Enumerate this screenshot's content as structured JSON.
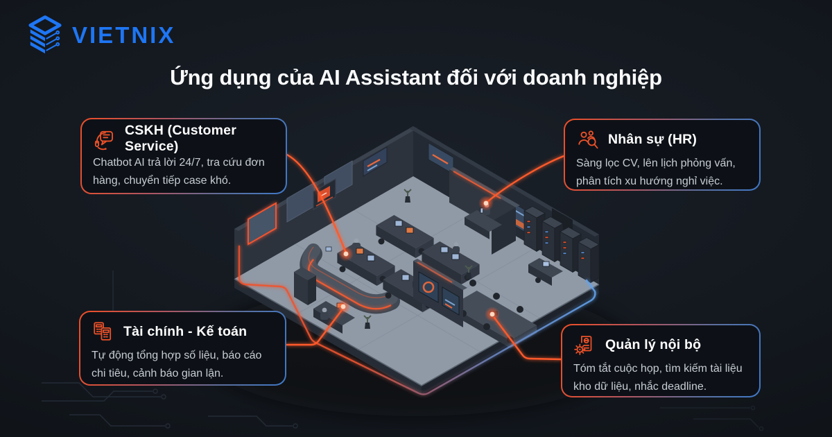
{
  "brand": {
    "logo_text": "VIETNIX",
    "logo_color": "#1e76f4",
    "logo_icon": "stacked-server-icon"
  },
  "header": {
    "title": "Ứng dụng của AI Assistant đối với doanh nghiệp"
  },
  "callouts": [
    {
      "id": "customer-service",
      "icon": "headset-chat-icon",
      "title": "CSKH (Customer Service)",
      "description": "Chatbot AI trả lời 24/7, tra cứu đơn hàng, chuyển tiếp case khó."
    },
    {
      "id": "hr",
      "icon": "people-search-icon",
      "title": "Nhân sự (HR)",
      "description": "Sàng lọc CV, lên lịch phỏng vấn, phân tích xu hướng nghỉ việc."
    },
    {
      "id": "finance-accounting",
      "icon": "dual-calculator-icon",
      "title": "Tài chính - Kế toán",
      "description": "Tự động tổng hợp số liệu, báo cáo chi tiêu, cảnh báo gian lận."
    },
    {
      "id": "internal-management",
      "icon": "document-gear-icon",
      "title": "Quản lý nội bộ",
      "description": "Tóm tắt cuộc họp, tìm kiếm tài liệu kho dữ liệu, nhắc deadline."
    }
  ],
  "illustration": {
    "subject": "isometric-ai-office-floorplan"
  },
  "colors": {
    "background": "#151a21",
    "accent_orange": "#f4522b",
    "accent_blue": "#4e8ad8",
    "logo_blue": "#1e76f4",
    "callout_background": "#0d1117",
    "text_primary": "#ffffff",
    "text_secondary": "#c7ccd4"
  }
}
